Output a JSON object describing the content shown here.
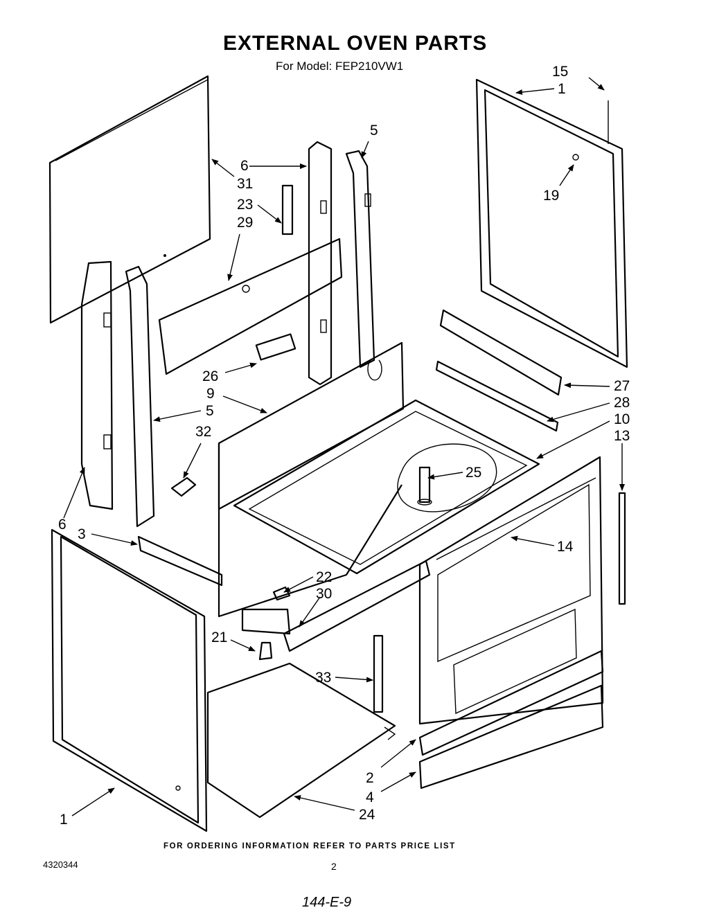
{
  "header": {
    "title": "EXTERNAL OVEN PARTS",
    "subtitle": "For Model: FEP210VW1"
  },
  "callouts": [
    "15",
    "1",
    "5",
    "6",
    "31",
    "23",
    "29",
    "19",
    "26",
    "9",
    "5",
    "32",
    "27",
    "28",
    "10",
    "13",
    "25",
    "6",
    "3",
    "14",
    "22",
    "30",
    "21",
    "33",
    "2",
    "4",
    "1",
    "24"
  ],
  "footer": {
    "ordering_note": "FOR ORDERING INFORMATION REFER TO PARTS PRICE LIST",
    "document_number": "4320344",
    "page_number": "2",
    "handwritten_code": "144-E-9"
  }
}
